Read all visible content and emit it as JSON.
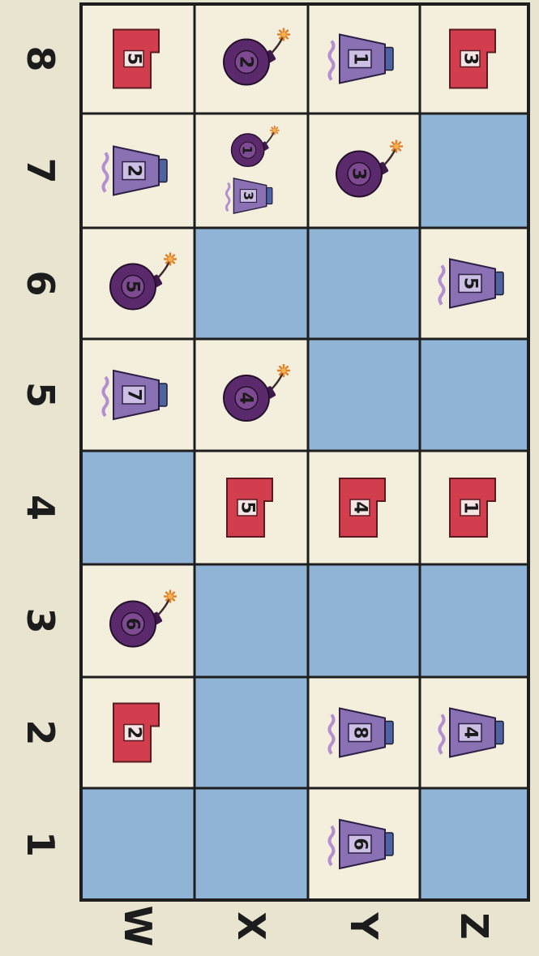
{
  "board": {
    "column_labels": [
      "1",
      "2",
      "3",
      "4",
      "5",
      "6",
      "7",
      "8"
    ],
    "row_labels": [
      "W",
      "X",
      "Y",
      "Z"
    ],
    "colors": {
      "paper": "#e9e4cf",
      "water": "#8fb4d6",
      "cell": "#f3efdc",
      "red_tile": "#d23e4d",
      "bomb": "#5b2a6c",
      "weight": "#8a71b4",
      "grid": "#1e1e1e",
      "fuse": "#e0812c"
    },
    "rows": [
      {
        "row": "W",
        "cells": [
          {
            "type": "water"
          },
          {
            "type": "tile",
            "number": "2"
          },
          {
            "type": "bomb",
            "number": "6"
          },
          {
            "type": "water"
          },
          {
            "type": "weight",
            "number": "7"
          },
          {
            "type": "bomb",
            "number": "5"
          },
          {
            "type": "weight",
            "number": "2"
          },
          {
            "type": "tile",
            "number": "5"
          }
        ]
      },
      {
        "row": "X",
        "cells": [
          {
            "type": "water"
          },
          {
            "type": "water"
          },
          {
            "type": "water"
          },
          {
            "type": "tile",
            "number": "5"
          },
          {
            "type": "bomb",
            "number": "4"
          },
          {
            "type": "water"
          },
          {
            "type": "double",
            "items": [
              {
                "type": "weight",
                "number": "3"
              },
              {
                "type": "bomb",
                "number": "1"
              }
            ]
          },
          {
            "type": "bomb",
            "number": "2"
          }
        ]
      },
      {
        "row": "Y",
        "cells": [
          {
            "type": "weight",
            "number": "6"
          },
          {
            "type": "weight",
            "number": "8"
          },
          {
            "type": "water"
          },
          {
            "type": "tile",
            "number": "4"
          },
          {
            "type": "water"
          },
          {
            "type": "water"
          },
          {
            "type": "bomb",
            "number": "3"
          },
          {
            "type": "weight",
            "number": "1"
          }
        ]
      },
      {
        "row": "Z",
        "cells": [
          {
            "type": "water"
          },
          {
            "type": "weight",
            "number": "4"
          },
          {
            "type": "water"
          },
          {
            "type": "tile",
            "number": "1"
          },
          {
            "type": "water"
          },
          {
            "type": "weight",
            "number": "5"
          },
          {
            "type": "water"
          },
          {
            "type": "tile",
            "number": "3"
          }
        ]
      }
    ]
  }
}
